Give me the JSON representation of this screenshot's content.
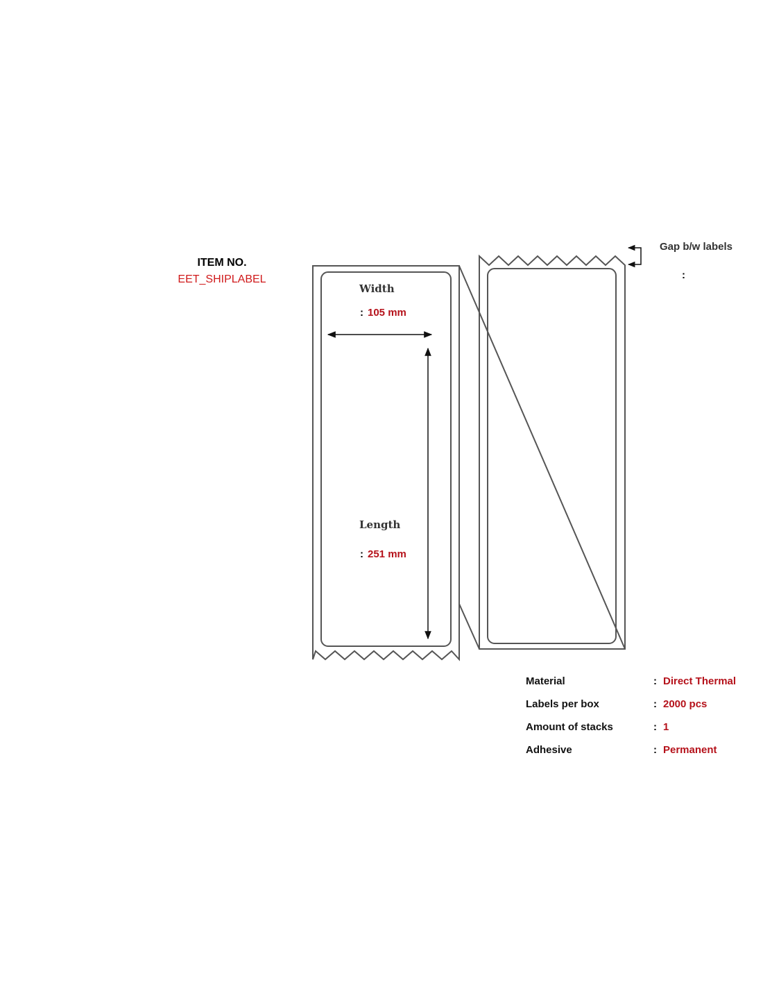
{
  "item": {
    "label": "ITEM NO.",
    "value": "EET_SHIPLABEL"
  },
  "dimensions": {
    "width_label": "Width",
    "width_value": "105 mm",
    "length_label": "Length",
    "length_value": "251 mm",
    "colon": ":",
    "gap_label": "Gap b/w labels",
    "gap_value": ""
  },
  "specs": [
    {
      "name": "Material",
      "value": "Direct Thermal"
    },
    {
      "name": "Labels per box",
      "value": "2000 pcs"
    },
    {
      "name": "Amount of stacks",
      "value": "1"
    },
    {
      "name": "Adhesive",
      "value": "Permanent"
    }
  ],
  "colors": {
    "accent": "#b5121b",
    "line": "#555555"
  }
}
